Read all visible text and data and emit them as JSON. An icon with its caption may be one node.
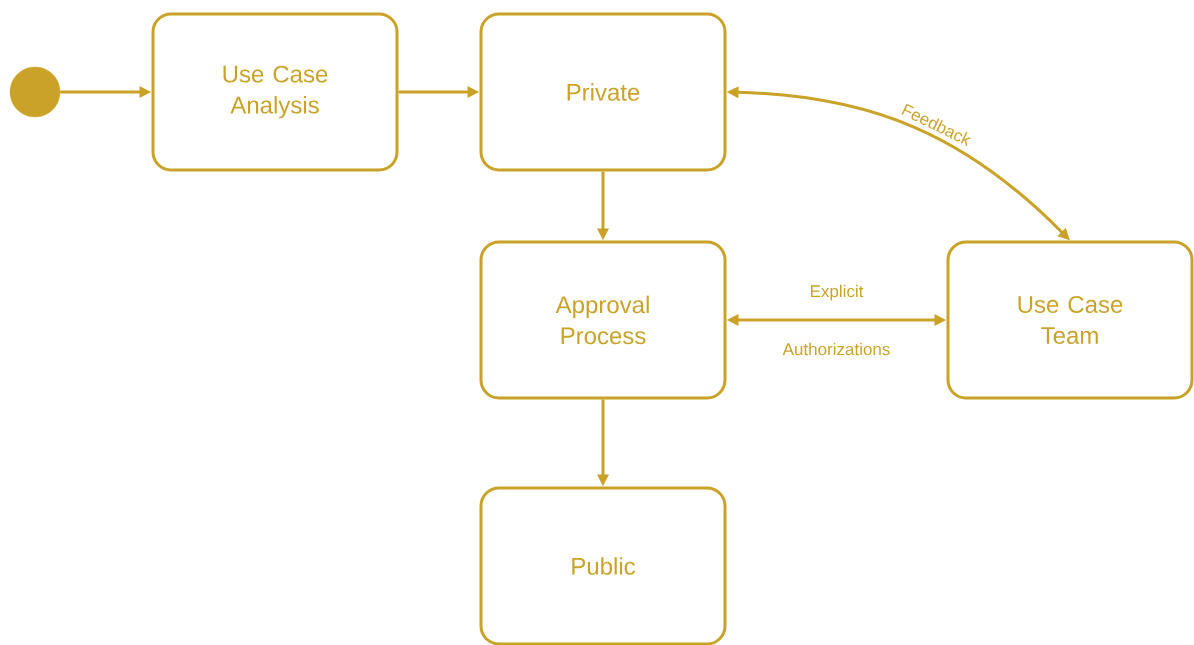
{
  "diagram": {
    "nodes": [
      {
        "text": [],
        "shape": "circle"
      },
      {
        "text": [
          "Use Case Analysis"
        ]
      },
      {
        "text": [
          "Private"
        ]
      },
      {
        "text": [
          "Approval Process"
        ]
      },
      {
        "text": [
          "Use Case Team"
        ]
      },
      {
        "text": [
          "Public"
        ]
      }
    ],
    "edges": [
      {
        "from": 0,
        "to": 1,
        "arrow": "to"
      },
      {
        "from": 1,
        "to": 2,
        "arrow": "to"
      },
      {
        "from": 2,
        "to": 3,
        "arrow": "to"
      },
      {
        "from": 2,
        "to": 4,
        "arrow": "both",
        "label": "Feedback"
      },
      {
        "from": 3,
        "to": 4,
        "arrow": "both",
        "label": "Explicit Authorizations"
      },
      {
        "from": 3,
        "to": 5,
        "arrow": "to"
      }
    ]
  }
}
